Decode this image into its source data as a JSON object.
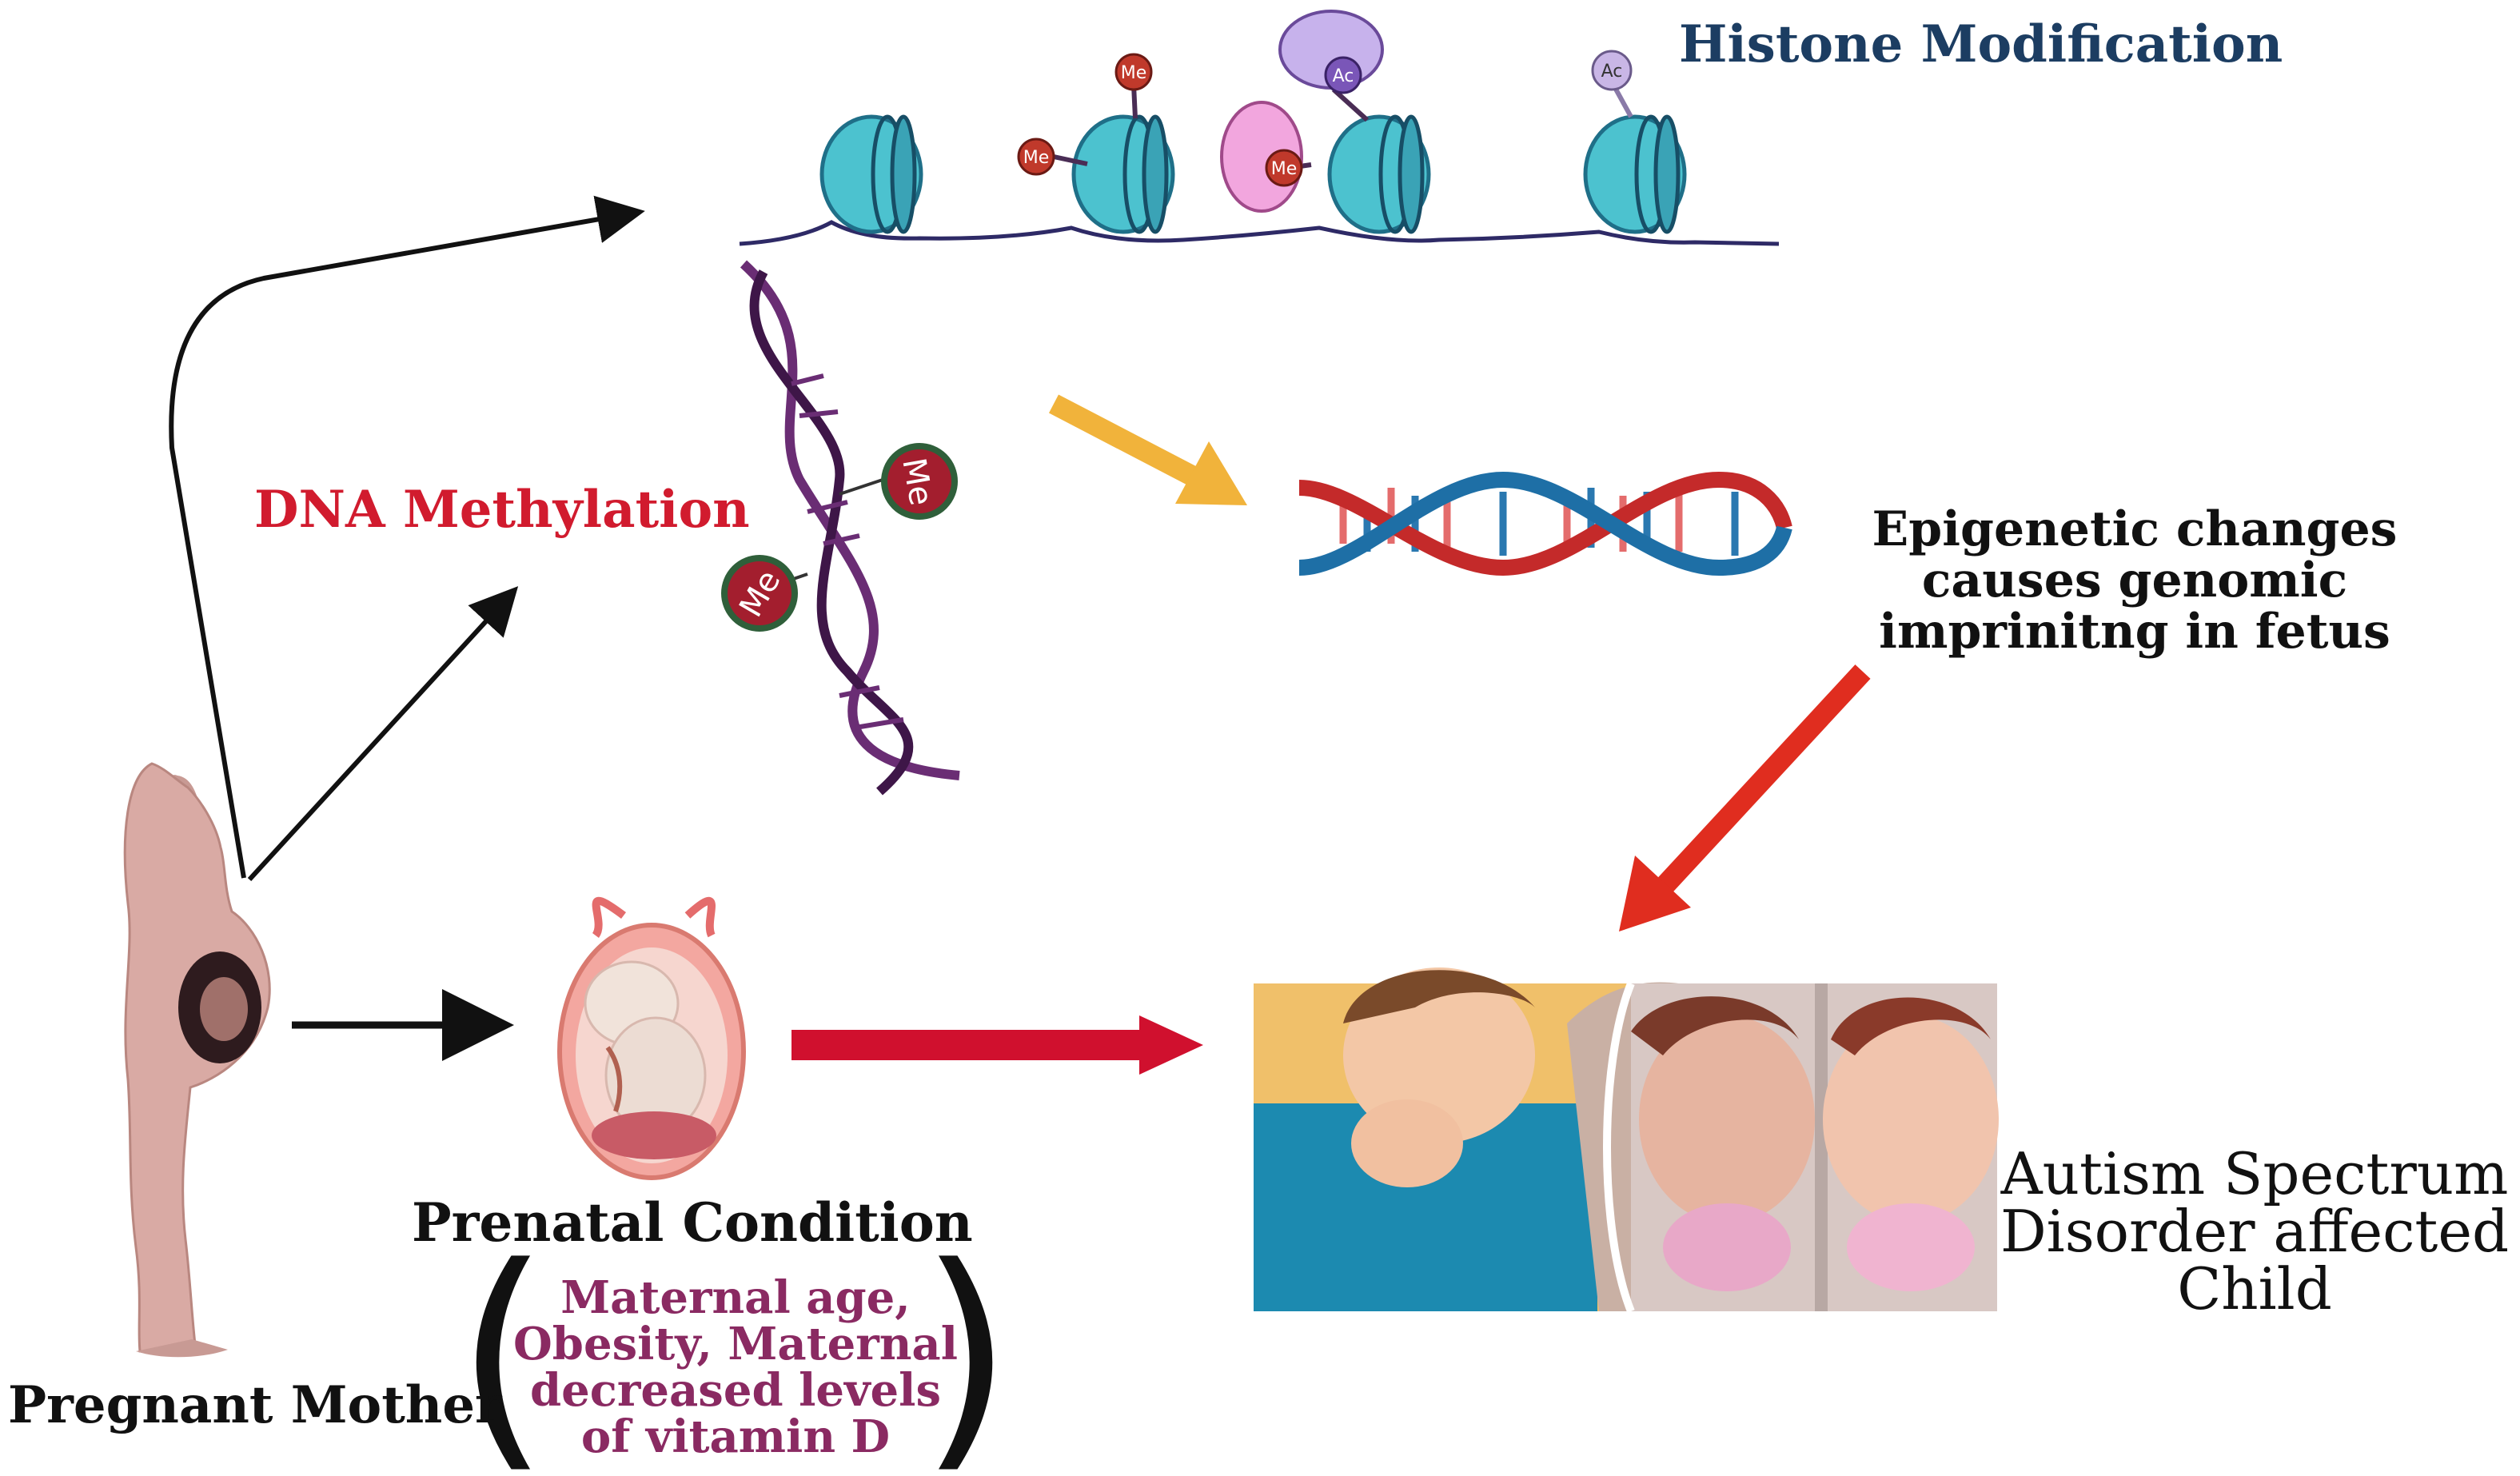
{
  "labels": {
    "histone_modification": "Histone Modification",
    "dna_methylation": "DNA Methylation",
    "epigenetic_changes": "Epigenetic changes causes genomic imprinitng in fetus",
    "asd_child": "Autism Spectrum Disorder affected Child",
    "prenatal_condition": "Prenatal Condition",
    "maternal_factors": "Maternal age, Obesity, Maternal decreased levels of vitamin D",
    "pregnant_mother": "Pregnant Mother",
    "paren_open": "(",
    "paren_close": ")"
  },
  "marks": {
    "methyl": "Me",
    "acetyl": "Ac"
  },
  "colors": {
    "title_navy": "#1c3d62",
    "red_text": "#d11b2e",
    "purple_text": "#8a2a62",
    "nucleosome": "#4cc2cf",
    "dna_blue": "#1e6fa6",
    "dna_red": "#c42a2a",
    "dna_purple": "#6a2d74",
    "arrow_red": "#d0102e",
    "arrow_orange": "#f1b33b",
    "methyl_green": "#2f5f3a"
  }
}
